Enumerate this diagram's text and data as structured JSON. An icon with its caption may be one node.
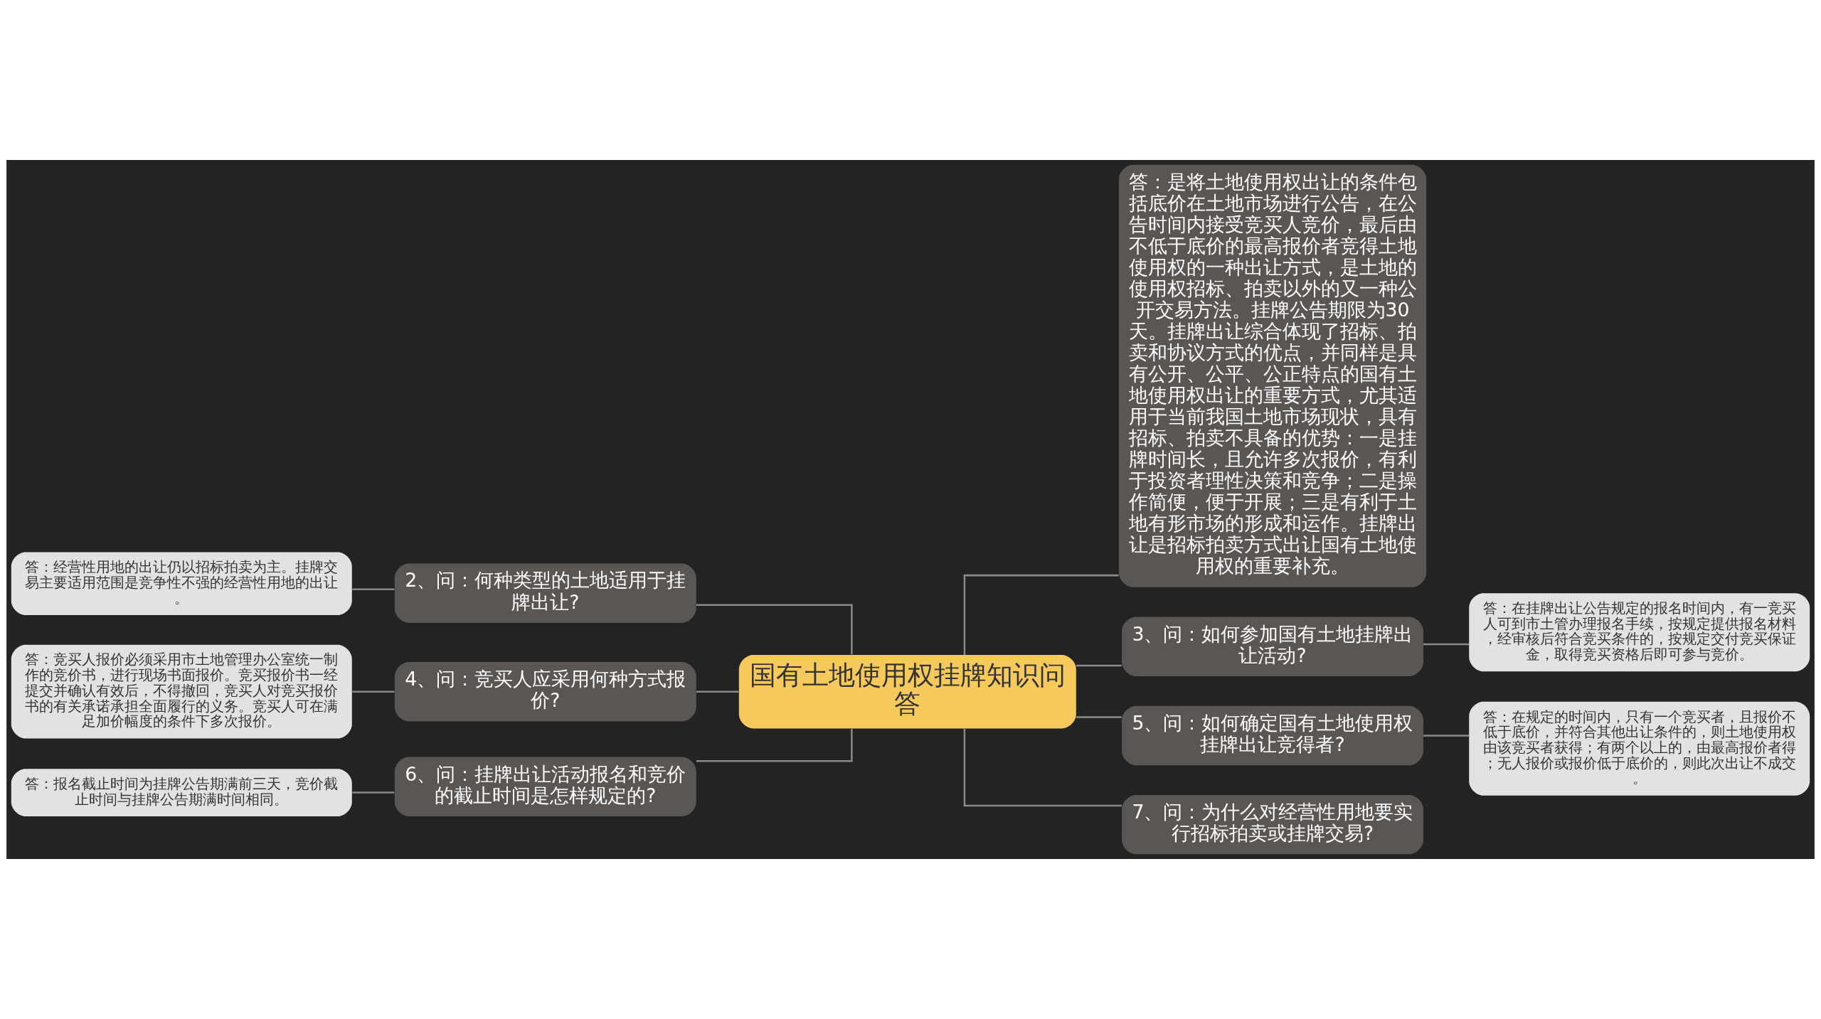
{
  "diagram": {
    "nodes": [
      {
        "text": [
          "国有土地使用权挂牌知识问答"
        ]
      },
      {
        "text": [
          "2、问：何种类型的土地适用于挂牌出让?"
        ]
      },
      {
        "text": [
          "答：经营性用地的出让仍以招标拍卖为主。挂牌交易主要适用范围是竞争性不强的经营性用地的出让。"
        ]
      },
      {
        "text": [
          "4、问：竞买人应采用何种方式报价?"
        ]
      },
      {
        "text": [
          "答：竞买人报价必须采用市土地管理办公室统一制作的竞价书，进行现场书面报价。竞买报价书一经提交并确认有效后，不得撤回，竞买人对竞买报价书的有关承诺承担全面履行的义务。竞买人可在满足加价幅度的条件下多次报价。"
        ]
      },
      {
        "text": [
          "6、问：挂牌出让活动报名和竞价的截止时间是怎样规定的?"
        ]
      },
      {
        "text": [
          "答：报名截止时间为挂牌公告期满前三天，竞价截止时间与挂牌公告期满时间相同。"
        ]
      },
      {
        "text": [
          "答：是将土地使用权出让的条件包括底价在土地市场进行公告，在公告时间内接受竞买人竞价，最后由不低于底价的最高报价者竞得土地使用权的一种出让方式，是土地的使用权招标、拍卖以外的又一种公开交易方法。挂牌公告期限为30天。挂牌出让综合体现了招标、拍卖和协议方式的优点，并同样是具有公开、公平、公正特点的国有土地使用权出让的重要方式，尤其适用于当前我国土地市场现状，具有招标、拍卖不具备的优势：一是挂牌时间长，且允许多次报价，有利于投资者理性决策和竞争；二是操作简便，便于开展；三是有利于土地有形市场的形成和运作。挂牌出让是招标拍卖方式出让国有土地使用权的重要补充。"
        ]
      },
      {
        "text": [
          "3、问：如何参加国有土地挂牌出让活动?"
        ]
      },
      {
        "text": [
          "答：在挂牌出让公告规定的报名时间内，有一竞买人可到市土管办理报名手续，按规定提供报名材料，经审核后符合竞买条件的，按规定交付竞买保证金，取得竞买资格后即可参与竞价。"
        ]
      },
      {
        "text": [
          "5、问：如何确定国有土地使用权挂牌出让竞得者?"
        ]
      },
      {
        "text": [
          "答：在规定的时间内，只有一个竞买者，且报价不低于底价，并符合其他出让条件的，则土地使用权由该竞买者获得；有两个以上的，由最高报价者得；无人报价或报价低于底价的，则此次出让不成交。"
        ]
      },
      {
        "text": [
          "7、问：为什么对经营性用地要实行招标拍卖或挂牌交易?"
        ]
      }
    ],
    "edges": [
      {
        "from": 0,
        "to": 1,
        "arrow": "none"
      },
      {
        "from": 1,
        "to": 2,
        "arrow": "none"
      },
      {
        "from": 0,
        "to": 3,
        "arrow": "none"
      },
      {
        "from": 3,
        "to": 4,
        "arrow": "none"
      },
      {
        "from": 0,
        "to": 5,
        "arrow": "none"
      },
      {
        "from": 5,
        "to": 6,
        "arrow": "none"
      },
      {
        "from": 0,
        "to": 7,
        "arrow": "none"
      },
      {
        "from": 0,
        "to": 8,
        "arrow": "none"
      },
      {
        "from": 8,
        "to": 9,
        "arrow": "none"
      },
      {
        "from": 0,
        "to": 10,
        "arrow": "none"
      },
      {
        "from": 10,
        "to": 11,
        "arrow": "none"
      },
      {
        "from": 0,
        "to": 12,
        "arrow": "none"
      }
    ]
  }
}
